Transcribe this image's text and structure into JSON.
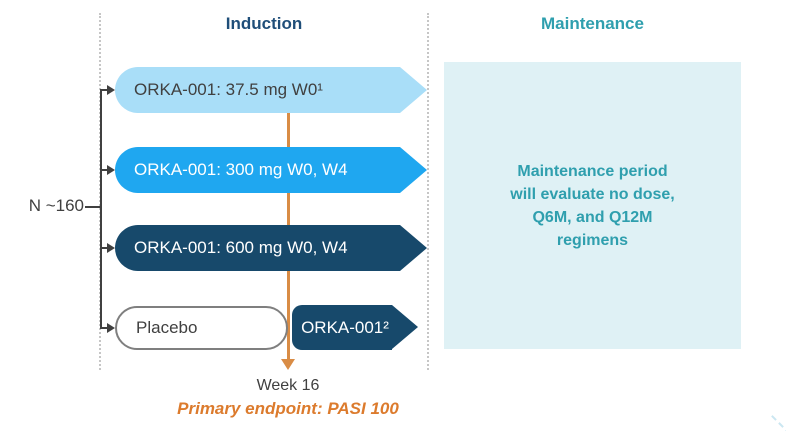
{
  "diagram": {
    "sections": {
      "induction": {
        "title": "Induction"
      },
      "maintenance": {
        "title": "Maintenance",
        "note": "Maintenance period\nwill evaluate no dose,\nQ6M, and Q12M\nregimens"
      }
    },
    "randomization": {
      "n_label": "N ~160"
    },
    "arms": [
      {
        "label": "ORKA-001: 37.5 mg W0¹",
        "color": "#a9def8"
      },
      {
        "label": "ORKA-001: 300 mg W0, W4",
        "color": "#1fa7f0"
      },
      {
        "label": "ORKA-001: 600 mg W0, W4",
        "color": "#17496b"
      },
      {
        "label": "Placebo",
        "color": "#ffffff"
      },
      {
        "label": "ORKA-001²",
        "color": "#17496b"
      }
    ],
    "timeline": {
      "week_label": "Week 16",
      "endpoint_label": "Primary endpoint: PASI 100"
    },
    "colors": {
      "induction_header": "#1f4e79",
      "maintenance_header": "#2f9fae",
      "maintenance_box_bg": "#dff1f5",
      "maintenance_note_text": "#2f9fae",
      "arm_light_blue": "#a9def8",
      "arm_bright_blue": "#1fa7f0",
      "arm_navy": "#17496b",
      "placebo_border": "#7f7f7f",
      "flow_line_orange": "#d98c45",
      "endpoint_orange": "#dc7b2d",
      "body_text": "#404040",
      "divider_gray": "#c6c6c6"
    }
  }
}
